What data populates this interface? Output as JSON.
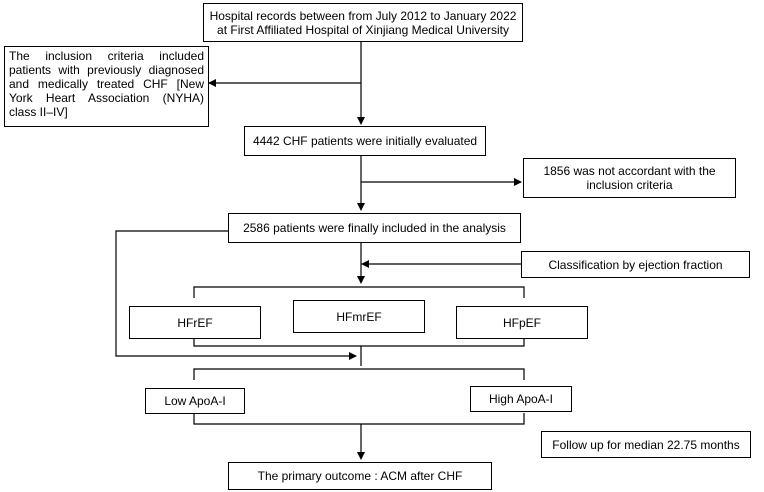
{
  "boxes": {
    "records": {
      "line1": "Hospital records between from July 2012 to January 2022",
      "line2": "at First Affiliated Hospital of Xinjiang Medical University"
    },
    "inclusion": {
      "text": "The inclusion criteria included patients with previously diagnosed and medically treated CHF [New York Heart Association (NYHA) class II–IV]"
    },
    "evaluated": {
      "text": "4442 CHF patients were initially evaluated"
    },
    "excluded": {
      "line1": "1856 was not accordant with the",
      "line2": "inclusion criteria"
    },
    "included": {
      "text": "2586 patients were finally included in the analysis"
    },
    "classification": {
      "text": "Classification by ejection fraction"
    },
    "hfref": {
      "text": "HFrEF"
    },
    "hfmref": {
      "text": "HFmrEF"
    },
    "hfpef": {
      "text": "HFpEF"
    },
    "low_apoa": {
      "text": "Low ApoA-I"
    },
    "high_apoa": {
      "text": "High ApoA-I"
    },
    "follow_up": {
      "text": "Follow up for median 22.75 months"
    },
    "outcome": {
      "text": "The primary outcome : ACM after CHF"
    }
  }
}
